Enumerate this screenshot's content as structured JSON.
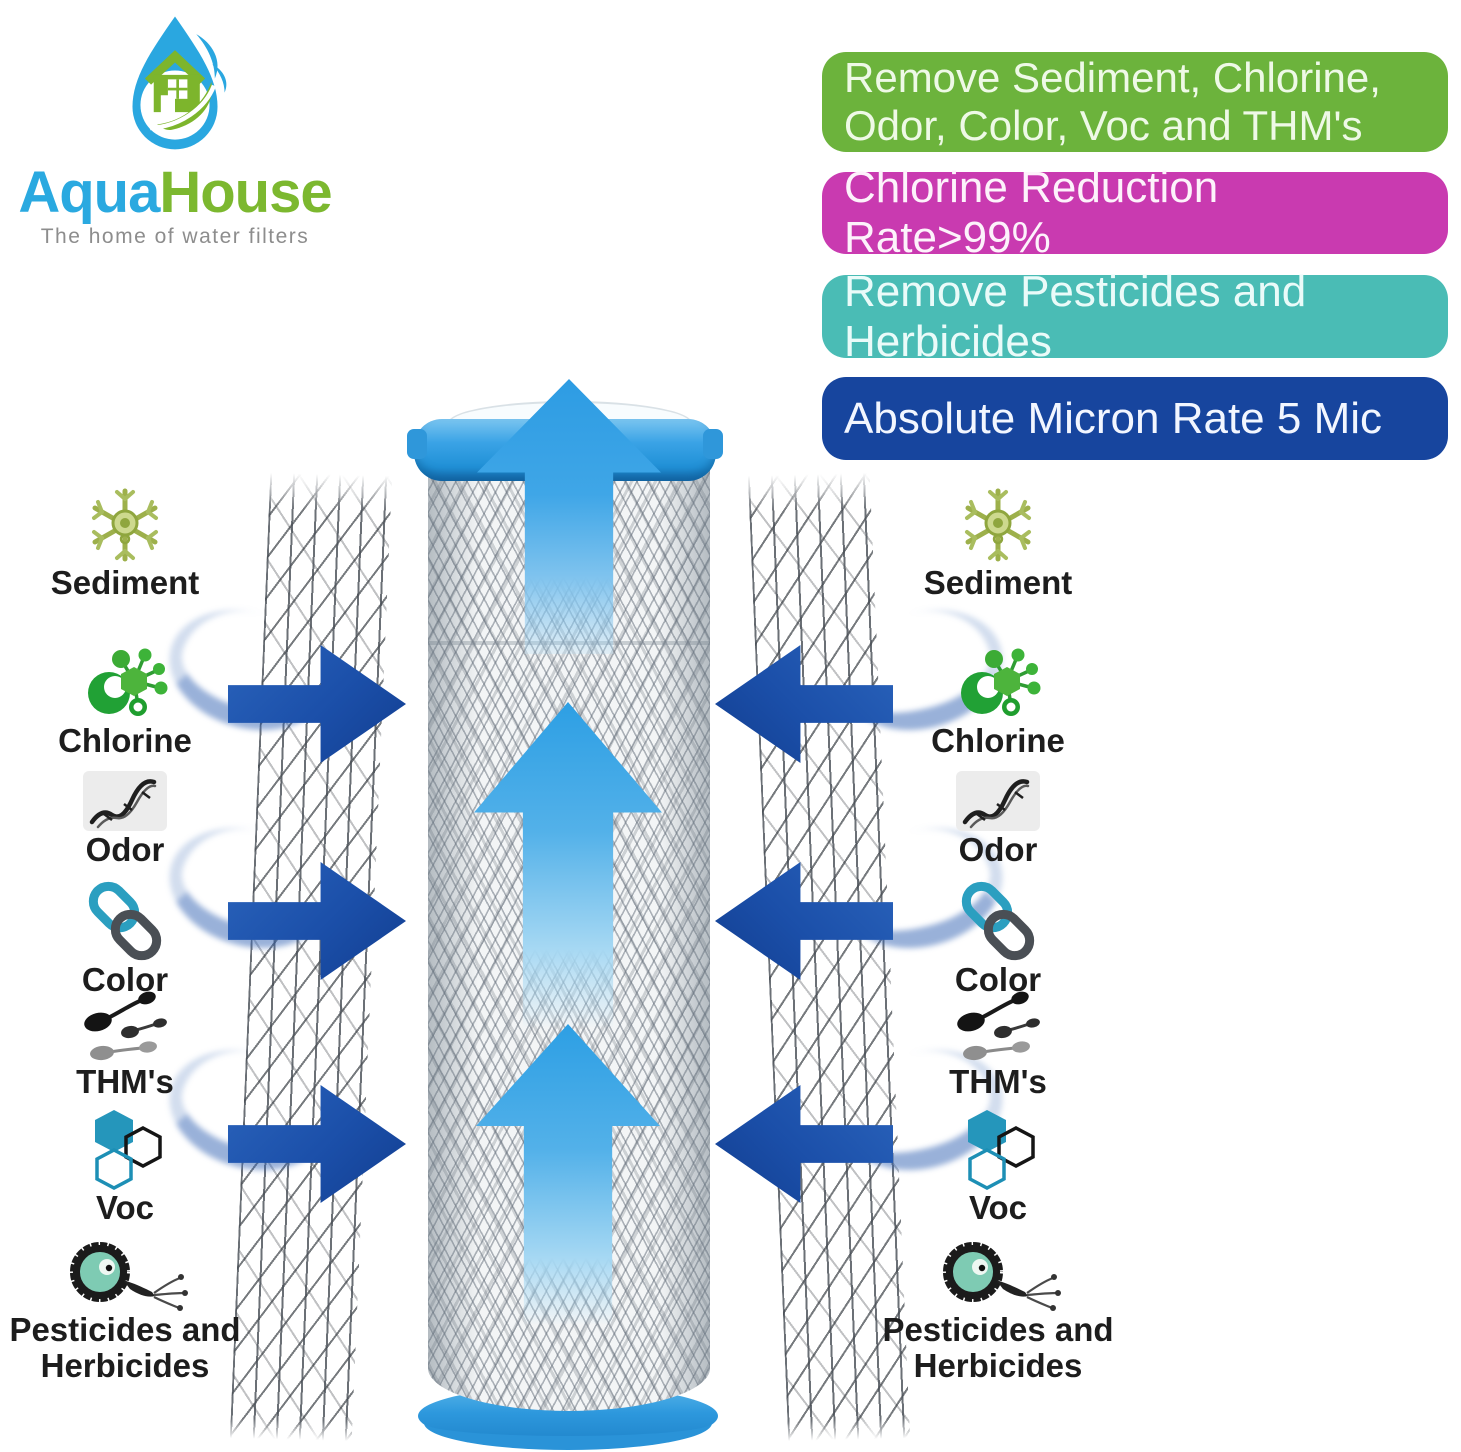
{
  "logo": {
    "brand_aqua": "Aqua",
    "brand_house": "House",
    "tagline": "The home of water filters",
    "colors": {
      "aqua": "#2aa9e0",
      "house": "#7cb82f",
      "tagline": "#8d8d8d"
    }
  },
  "banners": [
    {
      "label": "Remove Sediment, Chlorine, Odor, Color, Voc and THM's",
      "bg": "#6cb33c"
    },
    {
      "label": "Chlorine Reduction Rate>99%",
      "bg": "#c93ab0"
    },
    {
      "label": "Remove Pesticides and Herbicides",
      "bg": "#4abcb5"
    },
    {
      "label": "Absolute Micron Rate 5 Mic",
      "bg": "#17459e"
    }
  ],
  "contaminants": [
    {
      "label": "Sediment",
      "icon": "sediment-icon"
    },
    {
      "label": "Chlorine",
      "icon": "chlorine-icon"
    },
    {
      "label": "Odor",
      "icon": "odor-icon"
    },
    {
      "label": "Color",
      "icon": "color-icon"
    },
    {
      "label": "THM's",
      "icon": "thms-icon"
    },
    {
      "label": "Voc",
      "icon": "voc-icon"
    },
    {
      "label": "Pesticides and Herbicides",
      "icon": "pesticides-icon"
    }
  ],
  "flow": {
    "filter_arrow_color": "#3fa6e7",
    "inlet_arrow_color": "#1b4fa9",
    "direction": "water enters sides, flows up and out the top"
  }
}
